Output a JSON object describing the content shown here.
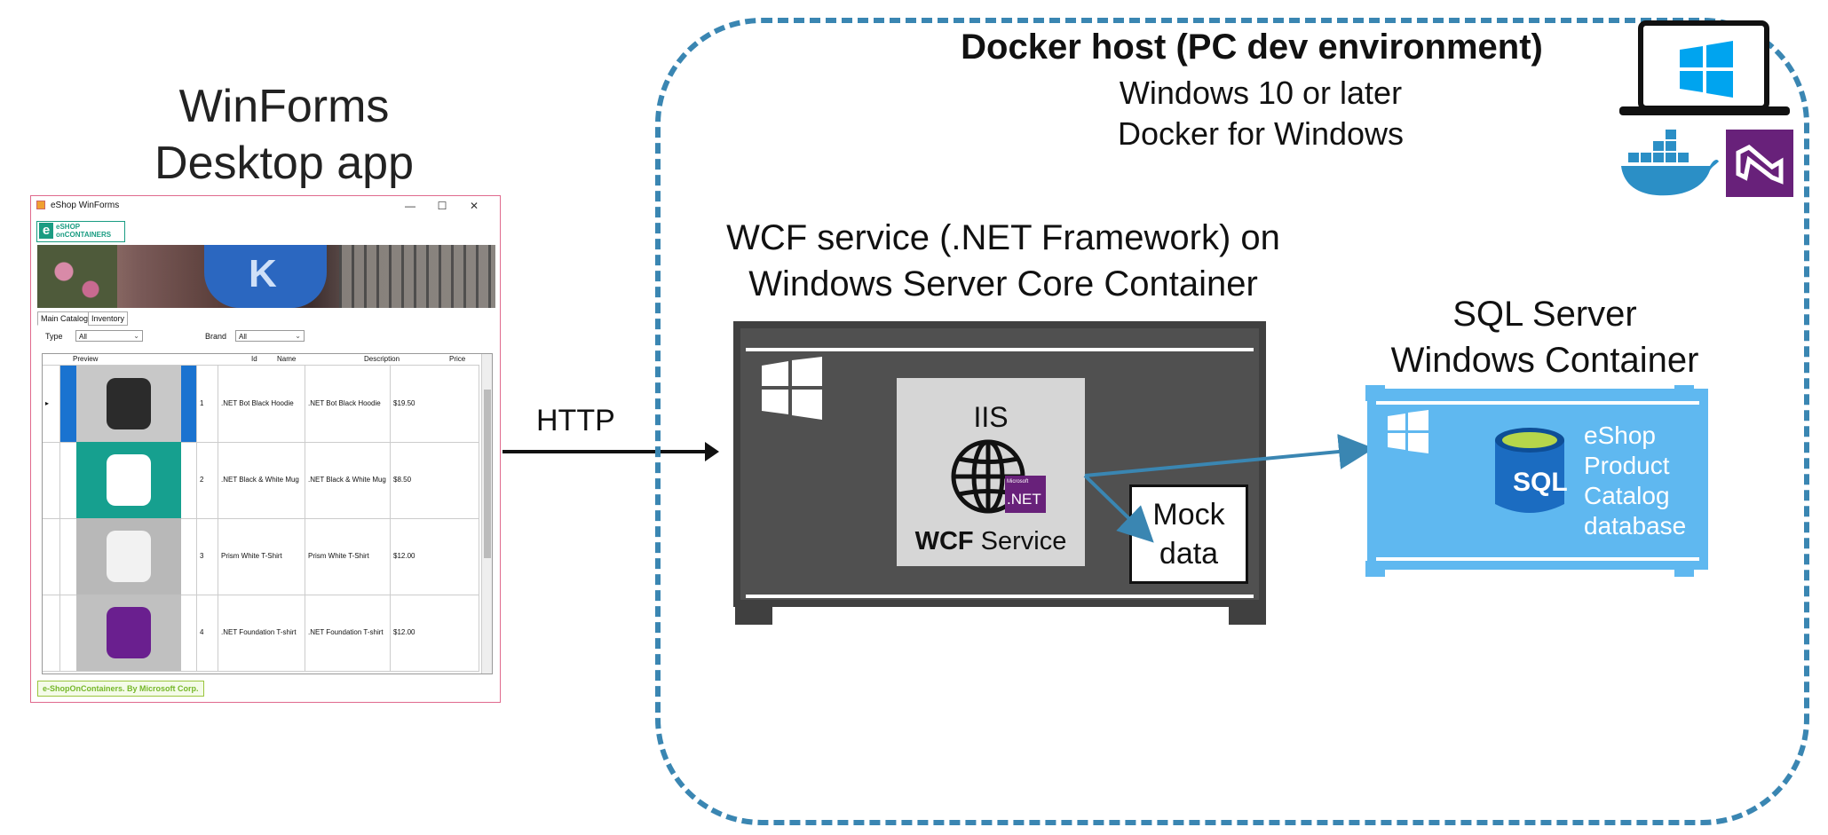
{
  "winforms_heading": {
    "line1": "WinForms",
    "line2": "Desktop app"
  },
  "window": {
    "title": "eShop WinForms",
    "controls": {
      "minimize": "—",
      "maximize": "☐",
      "close": "✕"
    },
    "logo": {
      "letter": "e",
      "line1": "eSHOP",
      "line2": "onCONTAINERS"
    },
    "tabs": [
      "Main Catalog",
      "Inventory"
    ],
    "filters": {
      "type_label": "Type",
      "type_value": "All",
      "brand_label": "Brand",
      "brand_value": "All"
    },
    "grid": {
      "columns": [
        "Preview",
        "Id",
        "Name",
        "Description",
        "Price"
      ],
      "rows": [
        {
          "id": "1",
          "name": ".NET Bot Black Hoodie",
          "description": ".NET Bot Black Hoodie",
          "price": "$19.50",
          "preview_color": "#2b2b2b",
          "preview_bg": "#c8c8c8",
          "selected": true
        },
        {
          "id": "2",
          "name": ".NET Black & White Mug",
          "description": ".NET Black & White Mug",
          "price": "$8.50",
          "preview_color": "#ffffff",
          "preview_bg": "#16a08f",
          "selected": false
        },
        {
          "id": "3",
          "name": "Prism White T-Shirt",
          "description": "Prism White T-Shirt",
          "price": "$12.00",
          "preview_color": "#f2f2f2",
          "preview_bg": "#b8b8b8",
          "selected": false
        },
        {
          "id": "4",
          "name": ".NET Foundation T-shirt",
          "description": ".NET Foundation T-shirt",
          "price": "$12.00",
          "preview_color": "#6a1f8f",
          "preview_bg": "#c0c0c0",
          "selected": false
        }
      ]
    },
    "footer": "e-ShopOnContainers. By Microsoft Corp."
  },
  "http_label": "HTTP",
  "docker_host": {
    "title": "Docker host (PC dev environment)",
    "line1": "Windows 10 or later",
    "line2": "Docker for Windows"
  },
  "wcf": {
    "title_line1": "WCF service (.NET Framework) on",
    "title_line2": "Windows Server Core Container",
    "iis": "IIS",
    "service_bold": "WCF",
    "service_rest": " Service",
    "mock_line1": "Mock",
    "mock_line2": "data",
    "net_badge_small": "Microsoft",
    "net_badge": ".NET"
  },
  "sql": {
    "title_line1": "SQL Server",
    "title_line2": "Windows Container",
    "sql_icon_text": "SQL",
    "db_lines": [
      "eShop",
      "Product",
      "Catalog",
      "database"
    ]
  },
  "colors": {
    "docker_dash": "#3a86b2",
    "container_dark": "#505050",
    "sql_blue": "#5fb8f0",
    "windows_blue": "#00a4ef",
    "vs_purple": "#68217a",
    "arrow_blue": "#3a86b2"
  }
}
